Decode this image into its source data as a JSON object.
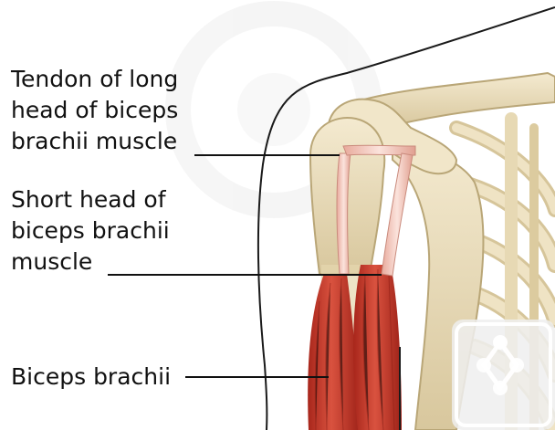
{
  "labels": {
    "tendon_long_head": {
      "lines": [
        "Tendon of long",
        "head of biceps",
        "brachii muscle"
      ]
    },
    "short_head": {
      "lines": [
        "Short head of",
        "biceps brachii",
        "muscle"
      ]
    },
    "biceps_brachii": {
      "lines": [
        "Biceps brachii"
      ]
    }
  },
  "colors": {
    "bone": "#eadcb8",
    "bone_shadow": "#c9b78b",
    "muscle": "#c8392a",
    "muscle_dark": "#9e2218",
    "tendon": "#f3c9bf",
    "leader_line": "#111111",
    "skin_outline": "#1a1a1a",
    "watermark": "#f2f2f2"
  }
}
